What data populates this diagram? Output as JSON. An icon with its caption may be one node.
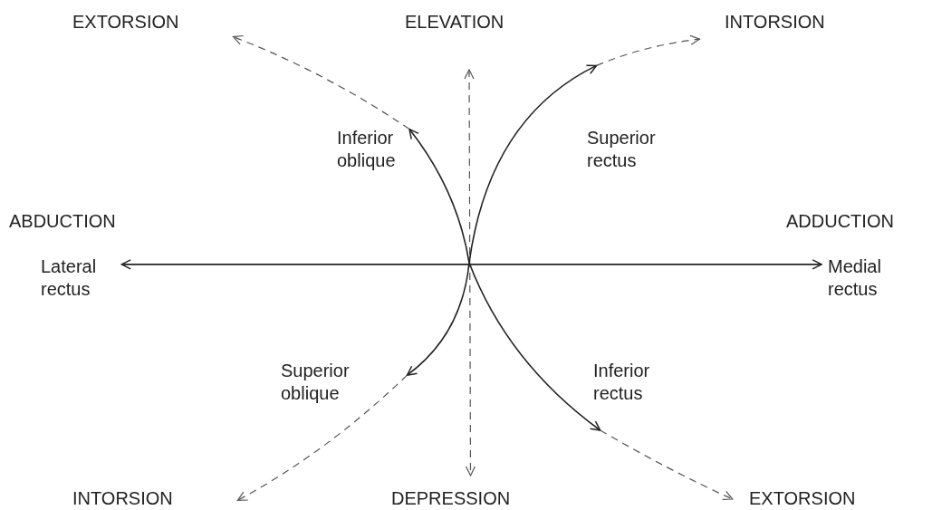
{
  "diagram": {
    "nodes": [
      {
        "text": [
          "EXTORSION"
        ]
      },
      {
        "text": [
          "ELEVATION"
        ]
      },
      {
        "text": [
          "INTORSION"
        ]
      },
      {
        "text": [
          "Inferior oblique"
        ]
      },
      {
        "text": [
          "Superior rectus"
        ]
      },
      {
        "text": [
          "Lateral rectus"
        ]
      },
      {
        "text": [
          "Medial rectus"
        ]
      },
      {
        "text": [
          "Superior oblique"
        ]
      },
      {
        "text": [
          "Inferior rectus"
        ]
      },
      {
        "text": [
          "INTORSION"
        ]
      },
      {
        "text": [
          "DEPRESSION"
        ]
      },
      {
        "text": [
          "EXTORSION"
        ]
      }
    ],
    "edges": [
      {
        "from": 5,
        "to": 6,
        "arrow": "both"
      },
      {
        "from": 1,
        "to": 10,
        "arrow": "both",
        "style": "dashed"
      },
      {
        "from": null,
        "to": 3,
        "arrow": "to"
      },
      {
        "from": 3,
        "to": 0,
        "arrow": "to",
        "style": "dashed"
      },
      {
        "from": null,
        "to": 4,
        "arrow": "to"
      },
      {
        "from": 4,
        "to": 2,
        "arrow": "to",
        "style": "dashed"
      },
      {
        "from": null,
        "to": 7,
        "arrow": "to"
      },
      {
        "from": 7,
        "to": 9,
        "arrow": "to",
        "style": "dashed"
      },
      {
        "from": null,
        "to": 8,
        "arrow": "to"
      },
      {
        "from": 8,
        "to": 11,
        "arrow": "to",
        "style": "dashed"
      }
    ],
    "labels": [
      "ABDUCTION",
      "ADDUCTION"
    ]
  }
}
